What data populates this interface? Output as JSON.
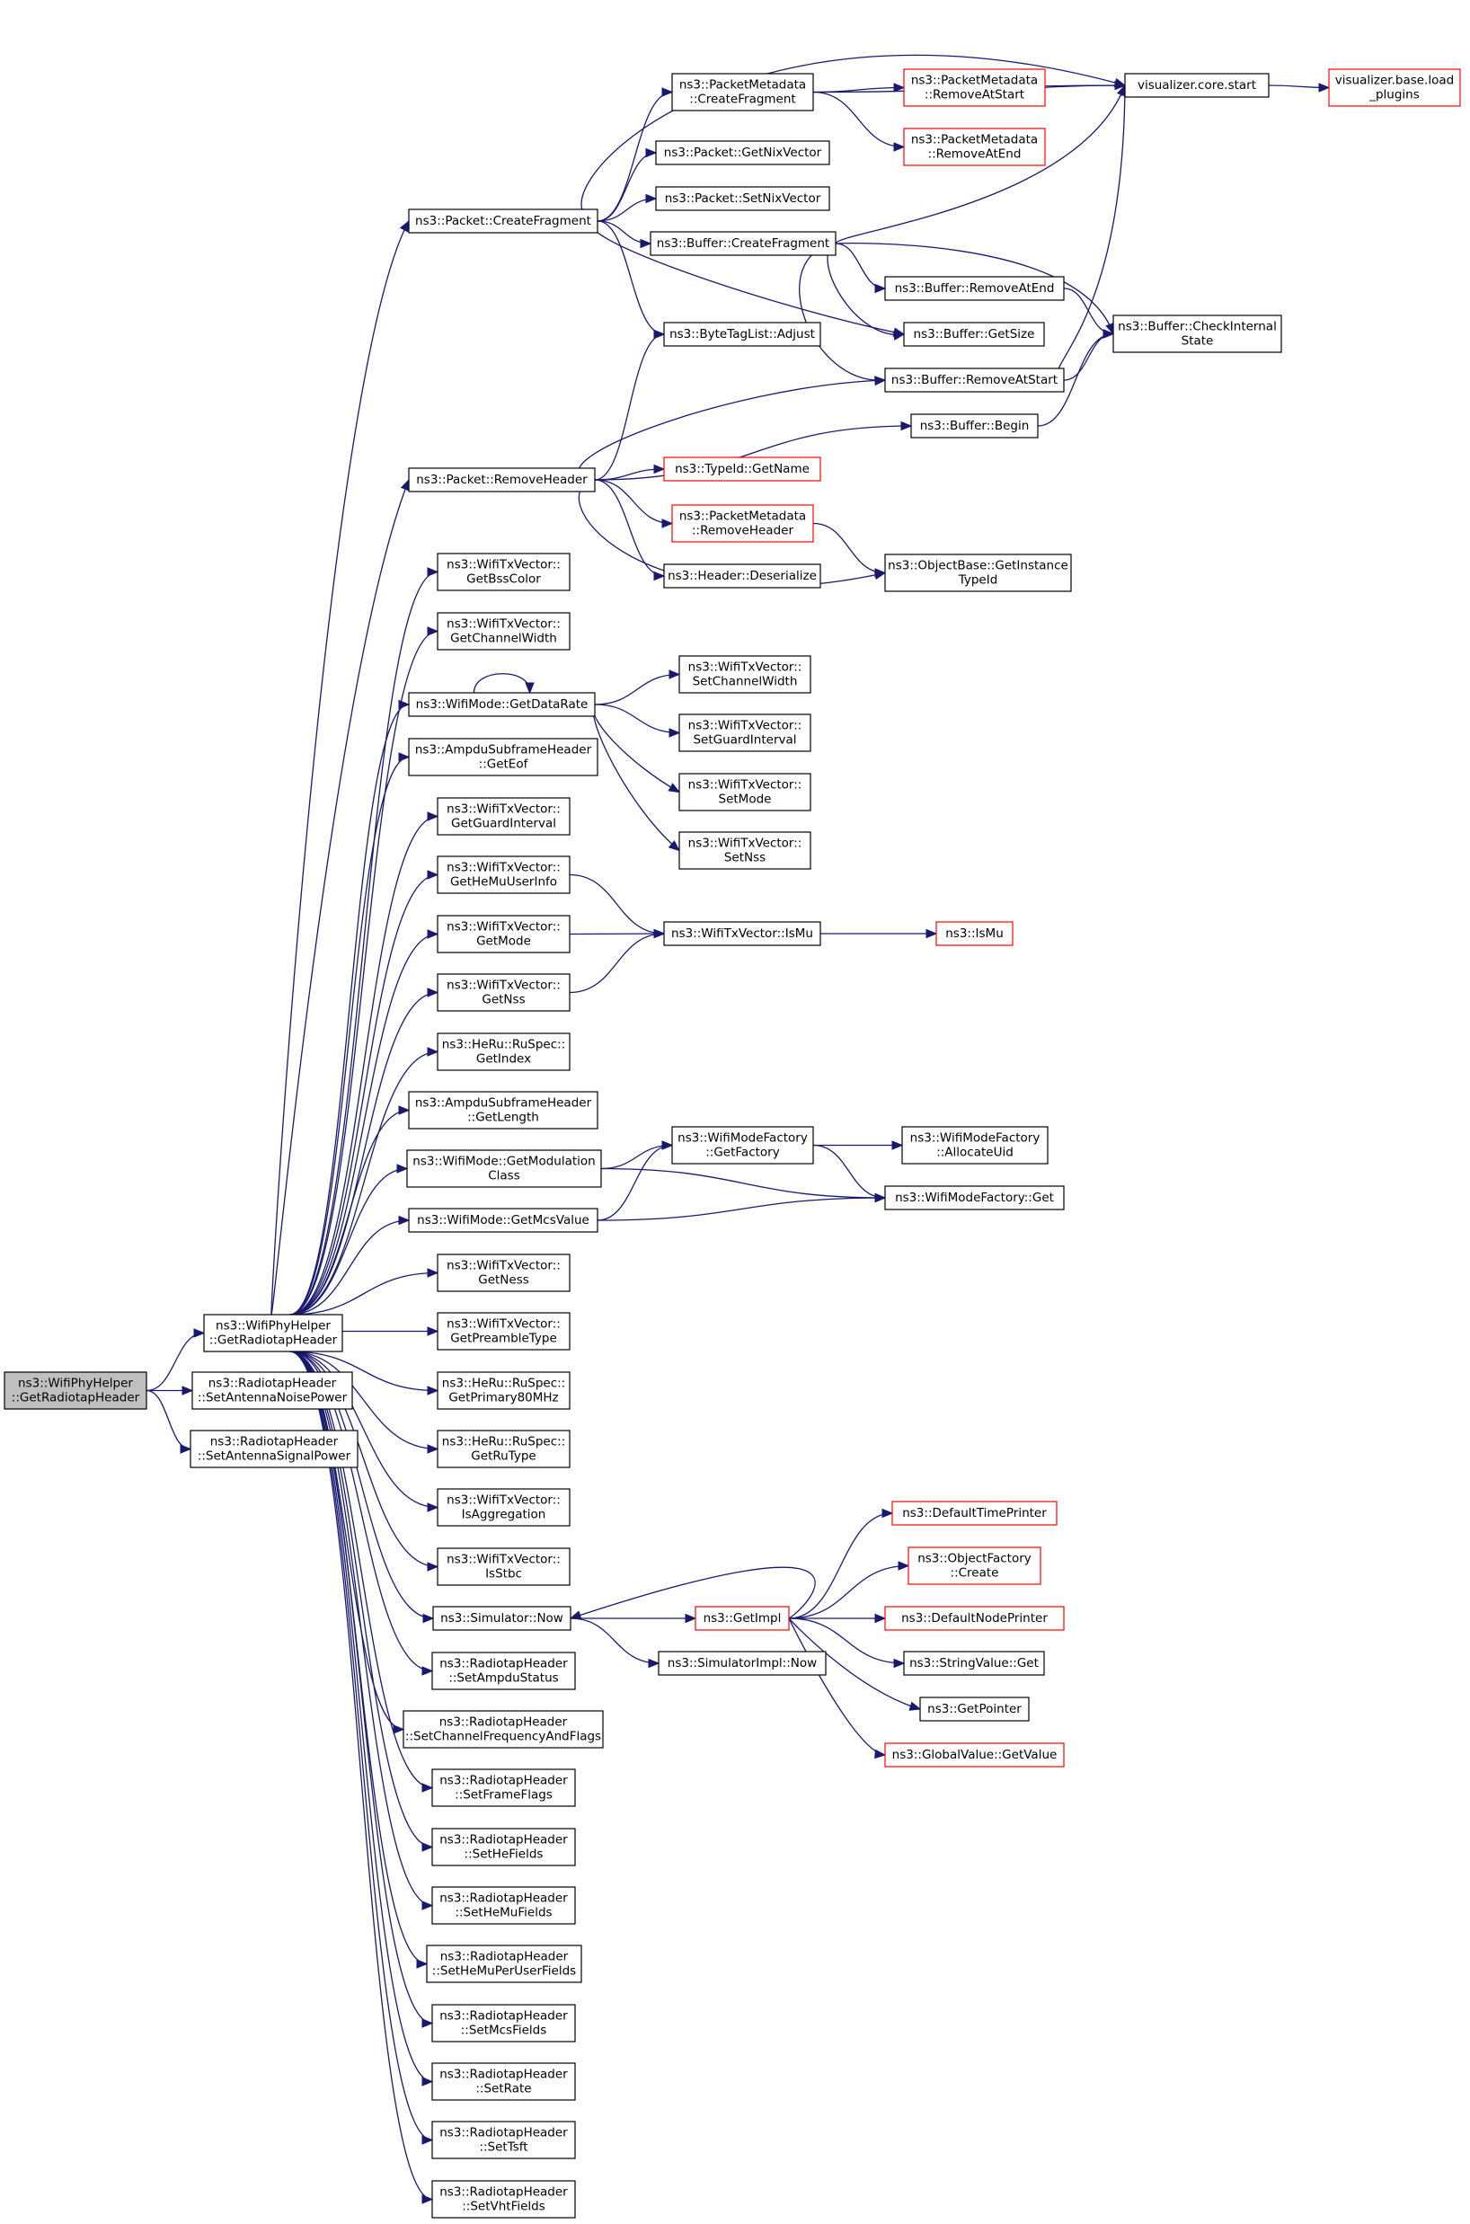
{
  "graph": {
    "nodes": [
      {
        "id": "root",
        "lines": [
          "ns3::WifiPhyHelper",
          "::GetRadiotapHeader"
        ],
        "style": "root"
      },
      {
        "id": "whgrh",
        "lines": [
          "ns3::WifiPhyHelper",
          "::GetRadiotapHeader"
        ],
        "style": "normal"
      },
      {
        "id": "rh_sanp",
        "lines": [
          "ns3::RadiotapHeader",
          "::SetAntennaNoisePower"
        ],
        "style": "normal"
      },
      {
        "id": "rh_sasp",
        "lines": [
          "ns3::RadiotapHeader",
          "::SetAntennaSignalPower"
        ],
        "style": "normal"
      },
      {
        "id": "pkt_cf",
        "lines": [
          "ns3::Packet::CreateFragment"
        ],
        "style": "normal"
      },
      {
        "id": "pkt_rh",
        "lines": [
          "ns3::Packet::RemoveHeader"
        ],
        "style": "normal"
      },
      {
        "id": "tx_bss",
        "lines": [
          "ns3::WifiTxVector::",
          "GetBssColor"
        ],
        "style": "normal"
      },
      {
        "id": "tx_cw",
        "lines": [
          "ns3::WifiTxVector::",
          "GetChannelWidth"
        ],
        "style": "normal"
      },
      {
        "id": "wm_dr",
        "lines": [
          "ns3::WifiMode::GetDataRate"
        ],
        "style": "normal"
      },
      {
        "id": "ash_eof",
        "lines": [
          "ns3::AmpduSubframeHeader",
          "::GetEof"
        ],
        "style": "normal"
      },
      {
        "id": "tx_gi",
        "lines": [
          "ns3::WifiTxVector::",
          "GetGuardInterval"
        ],
        "style": "normal"
      },
      {
        "id": "tx_hemu",
        "lines": [
          "ns3::WifiTxVector::",
          "GetHeMuUserInfo"
        ],
        "style": "normal"
      },
      {
        "id": "tx_mode",
        "lines": [
          "ns3::WifiTxVector::",
          "GetMode"
        ],
        "style": "normal"
      },
      {
        "id": "tx_nss",
        "lines": [
          "ns3::WifiTxVector::",
          "GetNss"
        ],
        "style": "normal"
      },
      {
        "id": "ru_idx",
        "lines": [
          "ns3::HeRu::RuSpec::",
          "GetIndex"
        ],
        "style": "normal"
      },
      {
        "id": "ash_len",
        "lines": [
          "ns3::AmpduSubframeHeader",
          "::GetLength"
        ],
        "style": "normal"
      },
      {
        "id": "wm_mc",
        "lines": [
          "ns3::WifiMode::GetModulation",
          "Class"
        ],
        "style": "normal"
      },
      {
        "id": "wm_mcs",
        "lines": [
          "ns3::WifiMode::GetMcsValue"
        ],
        "style": "normal"
      },
      {
        "id": "tx_ness",
        "lines": [
          "ns3::WifiTxVector::",
          "GetNess"
        ],
        "style": "normal"
      },
      {
        "id": "tx_pt",
        "lines": [
          "ns3::WifiTxVector::",
          "GetPreambleType"
        ],
        "style": "normal"
      },
      {
        "id": "ru_p80",
        "lines": [
          "ns3::HeRu::RuSpec::",
          "GetPrimary80MHz"
        ],
        "style": "normal"
      },
      {
        "id": "ru_type",
        "lines": [
          "ns3::HeRu::RuSpec::",
          "GetRuType"
        ],
        "style": "normal"
      },
      {
        "id": "tx_agg",
        "lines": [
          "ns3::WifiTxVector::",
          "IsAggregation"
        ],
        "style": "normal"
      },
      {
        "id": "tx_stbc",
        "lines": [
          "ns3::WifiTxVector::",
          "IsStbc"
        ],
        "style": "normal"
      },
      {
        "id": "sim_now",
        "lines": [
          "ns3::Simulator::Now"
        ],
        "style": "normal"
      },
      {
        "id": "rh_amp",
        "lines": [
          "ns3::RadiotapHeader",
          "::SetAmpduStatus"
        ],
        "style": "normal"
      },
      {
        "id": "rh_chf",
        "lines": [
          "ns3::RadiotapHeader",
          "::SetChannelFrequencyAndFlags"
        ],
        "style": "normal"
      },
      {
        "id": "rh_ff",
        "lines": [
          "ns3::RadiotapHeader",
          "::SetFrameFlags"
        ],
        "style": "normal"
      },
      {
        "id": "rh_he",
        "lines": [
          "ns3::RadiotapHeader",
          "::SetHeFields"
        ],
        "style": "normal"
      },
      {
        "id": "rh_hemu",
        "lines": [
          "ns3::RadiotapHeader",
          "::SetHeMuFields"
        ],
        "style": "normal"
      },
      {
        "id": "rh_hemupu",
        "lines": [
          "ns3::RadiotapHeader",
          "::SetHeMuPerUserFields"
        ],
        "style": "normal"
      },
      {
        "id": "rh_mcs",
        "lines": [
          "ns3::RadiotapHeader",
          "::SetMcsFields"
        ],
        "style": "normal"
      },
      {
        "id": "rh_rate",
        "lines": [
          "ns3::RadiotapHeader",
          "::SetRate"
        ],
        "style": "normal"
      },
      {
        "id": "rh_tsft",
        "lines": [
          "ns3::RadiotapHeader",
          "::SetTsft"
        ],
        "style": "normal"
      },
      {
        "id": "rh_vht",
        "lines": [
          "ns3::RadiotapHeader",
          "::SetVhtFields"
        ],
        "style": "normal"
      },
      {
        "id": "pm_cf",
        "lines": [
          "ns3::PacketMetadata",
          "::CreateFragment"
        ],
        "style": "normal"
      },
      {
        "id": "pkt_gnv",
        "lines": [
          "ns3::Packet::GetNixVector"
        ],
        "style": "normal"
      },
      {
        "id": "pkt_snv",
        "lines": [
          "ns3::Packet::SetNixVector"
        ],
        "style": "normal"
      },
      {
        "id": "buf_cf",
        "lines": [
          "ns3::Buffer::CreateFragment"
        ],
        "style": "normal"
      },
      {
        "id": "btl_adj",
        "lines": [
          "ns3::ByteTagList::Adjust"
        ],
        "style": "normal"
      },
      {
        "id": "tid_gn",
        "lines": [
          "ns3::TypeId::GetName"
        ],
        "style": "red"
      },
      {
        "id": "pm_rh",
        "lines": [
          "ns3::PacketMetadata",
          "::RemoveHeader"
        ],
        "style": "red"
      },
      {
        "id": "hdr_des",
        "lines": [
          "ns3::Header::Deserialize"
        ],
        "style": "normal"
      },
      {
        "id": "tx_scw",
        "lines": [
          "ns3::WifiTxVector::",
          "SetChannelWidth"
        ],
        "style": "normal"
      },
      {
        "id": "tx_sgi",
        "lines": [
          "ns3::WifiTxVector::",
          "SetGuardInterval"
        ],
        "style": "normal"
      },
      {
        "id": "tx_smode",
        "lines": [
          "ns3::WifiTxVector::",
          "SetMode"
        ],
        "style": "normal"
      },
      {
        "id": "tx_snss",
        "lines": [
          "ns3::WifiTxVector::",
          "SetNss"
        ],
        "style": "normal"
      },
      {
        "id": "tx_ismu",
        "lines": [
          "ns3::WifiTxVector::IsMu"
        ],
        "style": "normal"
      },
      {
        "id": "wmf_gf",
        "lines": [
          "ns3::WifiModeFactory",
          "::GetFactory"
        ],
        "style": "normal"
      },
      {
        "id": "sim_gi",
        "lines": [
          "ns3::GetImpl"
        ],
        "style": "red"
      },
      {
        "id": "simi_now",
        "lines": [
          "ns3::SimulatorImpl::Now"
        ],
        "style": "normal"
      },
      {
        "id": "pm_ras",
        "lines": [
          "ns3::PacketMetadata",
          "::RemoveAtStart"
        ],
        "style": "red"
      },
      {
        "id": "pm_rae",
        "lines": [
          "ns3::PacketMetadata",
          "::RemoveAtEnd"
        ],
        "style": "red"
      },
      {
        "id": "buf_rae",
        "lines": [
          "ns3::Buffer::RemoveAtEnd"
        ],
        "style": "normal"
      },
      {
        "id": "buf_gs",
        "lines": [
          "ns3::Buffer::GetSize"
        ],
        "style": "normal"
      },
      {
        "id": "buf_ras",
        "lines": [
          "ns3::Buffer::RemoveAtStart"
        ],
        "style": "normal"
      },
      {
        "id": "buf_beg",
        "lines": [
          "ns3::Buffer::Begin"
        ],
        "style": "normal"
      },
      {
        "id": "ob_git",
        "lines": [
          "ns3::ObjectBase::GetInstance",
          "TypeId"
        ],
        "style": "normal"
      },
      {
        "id": "ns3_ismu",
        "lines": [
          "ns3::IsMu"
        ],
        "style": "red"
      },
      {
        "id": "wmf_au",
        "lines": [
          "ns3::WifiModeFactory",
          "::AllocateUid"
        ],
        "style": "normal"
      },
      {
        "id": "wmf_get",
        "lines": [
          "ns3::WifiModeFactory::Get"
        ],
        "style": "normal"
      },
      {
        "id": "dtp",
        "lines": [
          "ns3::DefaultTimePrinter"
        ],
        "style": "red"
      },
      {
        "id": "of_create",
        "lines": [
          "ns3::ObjectFactory",
          "::Create"
        ],
        "style": "red"
      },
      {
        "id": "dnp",
        "lines": [
          "ns3::DefaultNodePrinter"
        ],
        "style": "red"
      },
      {
        "id": "sv_get",
        "lines": [
          "ns3::StringValue::Get"
        ],
        "style": "normal"
      },
      {
        "id": "getptr",
        "lines": [
          "ns3::GetPointer"
        ],
        "style": "normal"
      },
      {
        "id": "gv_gv",
        "lines": [
          "ns3::GlobalValue::GetValue"
        ],
        "style": "red"
      },
      {
        "id": "viz_start",
        "lines": [
          "visualizer.core.start"
        ],
        "style": "normal"
      },
      {
        "id": "buf_ci",
        "lines": [
          "ns3::Buffer::CheckInternal",
          "State"
        ],
        "style": "normal"
      },
      {
        "id": "viz_load",
        "lines": [
          "visualizer.base.load",
          "_plugins"
        ],
        "style": "red"
      }
    ],
    "edges": [
      [
        "root",
        "whgrh"
      ],
      [
        "root",
        "rh_sanp"
      ],
      [
        "root",
        "rh_sasp"
      ],
      [
        "whgrh",
        "pkt_cf"
      ],
      [
        "whgrh",
        "pkt_rh"
      ],
      [
        "whgrh",
        "tx_bss"
      ],
      [
        "whgrh",
        "tx_cw"
      ],
      [
        "whgrh",
        "wm_dr"
      ],
      [
        "whgrh",
        "ash_eof"
      ],
      [
        "whgrh",
        "tx_gi"
      ],
      [
        "whgrh",
        "tx_hemu"
      ],
      [
        "whgrh",
        "tx_mode"
      ],
      [
        "whgrh",
        "tx_nss"
      ],
      [
        "whgrh",
        "ru_idx"
      ],
      [
        "whgrh",
        "ash_len"
      ],
      [
        "whgrh",
        "wm_mc"
      ],
      [
        "whgrh",
        "wm_mcs"
      ],
      [
        "whgrh",
        "tx_ness"
      ],
      [
        "whgrh",
        "tx_pt"
      ],
      [
        "whgrh",
        "ru_p80"
      ],
      [
        "whgrh",
        "ru_type"
      ],
      [
        "whgrh",
        "tx_agg"
      ],
      [
        "whgrh",
        "tx_stbc"
      ],
      [
        "whgrh",
        "sim_now"
      ],
      [
        "whgrh",
        "rh_amp"
      ],
      [
        "whgrh",
        "rh_chf"
      ],
      [
        "whgrh",
        "rh_ff"
      ],
      [
        "whgrh",
        "rh_he"
      ],
      [
        "whgrh",
        "rh_hemu"
      ],
      [
        "whgrh",
        "rh_hemupu"
      ],
      [
        "whgrh",
        "rh_mcs"
      ],
      [
        "whgrh",
        "rh_rate"
      ],
      [
        "whgrh",
        "rh_tsft"
      ],
      [
        "whgrh",
        "rh_vht"
      ],
      [
        "pkt_cf",
        "pm_cf"
      ],
      [
        "pkt_cf",
        "pkt_gnv"
      ],
      [
        "pkt_cf",
        "pkt_snv"
      ],
      [
        "pkt_cf",
        "buf_cf"
      ],
      [
        "pkt_cf",
        "btl_adj"
      ],
      [
        "pkt_cf",
        "buf_gs"
      ],
      [
        "pkt_cf",
        "viz_start"
      ],
      [
        "pkt_rh",
        "btl_adj"
      ],
      [
        "pkt_rh",
        "buf_ras"
      ],
      [
        "pkt_rh",
        "buf_beg"
      ],
      [
        "pkt_rh",
        "tid_gn"
      ],
      [
        "pkt_rh",
        "pm_rh"
      ],
      [
        "pkt_rh",
        "hdr_des"
      ],
      [
        "pkt_rh",
        "ob_git"
      ],
      [
        "wm_dr",
        "wm_dr"
      ],
      [
        "wm_dr",
        "tx_scw"
      ],
      [
        "wm_dr",
        "tx_sgi"
      ],
      [
        "wm_dr",
        "tx_smode"
      ],
      [
        "wm_dr",
        "tx_snss"
      ],
      [
        "tx_hemu",
        "tx_ismu"
      ],
      [
        "tx_mode",
        "tx_ismu"
      ],
      [
        "tx_nss",
        "tx_ismu"
      ],
      [
        "tx_ismu",
        "ns3_ismu"
      ],
      [
        "wm_mc",
        "wmf_gf"
      ],
      [
        "wm_mc",
        "wmf_get"
      ],
      [
        "wm_mcs",
        "wmf_gf"
      ],
      [
        "wm_mcs",
        "wmf_get"
      ],
      [
        "wmf_gf",
        "wmf_au"
      ],
      [
        "wmf_gf",
        "wmf_get"
      ],
      [
        "sim_now",
        "sim_gi"
      ],
      [
        "sim_now",
        "simi_now"
      ],
      [
        "sim_gi",
        "sim_now"
      ],
      [
        "sim_gi",
        "dtp"
      ],
      [
        "sim_gi",
        "of_create"
      ],
      [
        "sim_gi",
        "dnp"
      ],
      [
        "sim_gi",
        "sv_get"
      ],
      [
        "sim_gi",
        "getptr"
      ],
      [
        "sim_gi",
        "gv_gv"
      ],
      [
        "pm_cf",
        "viz_start"
      ],
      [
        "pm_cf",
        "pm_ras"
      ],
      [
        "pm_cf",
        "pm_rae"
      ],
      [
        "pm_ras",
        "viz_start"
      ],
      [
        "buf_cf",
        "viz_start"
      ],
      [
        "buf_cf",
        "buf_rae"
      ],
      [
        "buf_cf",
        "buf_gs"
      ],
      [
        "buf_cf",
        "buf_ras"
      ],
      [
        "buf_cf",
        "buf_ci"
      ],
      [
        "buf_rae",
        "buf_ci"
      ],
      [
        "buf_ras",
        "buf_ci"
      ],
      [
        "buf_ras",
        "viz_start"
      ],
      [
        "buf_beg",
        "buf_ci"
      ],
      [
        "pm_rh",
        "ob_git"
      ],
      [
        "viz_start",
        "viz_load"
      ]
    ]
  },
  "colors": {
    "edge": "#191970",
    "root_fill": "#bfbfbf",
    "normal_border": "#000000",
    "red_border": "#ff0000"
  }
}
